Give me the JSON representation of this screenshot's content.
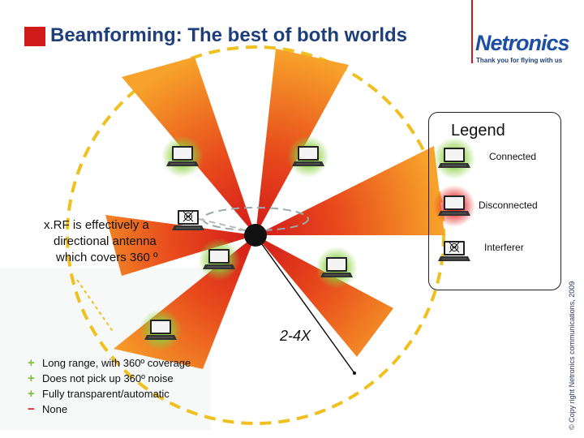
{
  "header": {
    "title": "Beamforming: The best of both worlds"
  },
  "logo": {
    "name": "Netronics",
    "tagline": "Thank you for flying with us"
  },
  "copyright": "© Copy right Netronics communications, 2009",
  "legend": {
    "title": "Legend",
    "items": [
      {
        "label": "Connected",
        "status": "connected",
        "icon": "laptop-icon"
      },
      {
        "label": "Disconnected",
        "status": "disconnected",
        "icon": "laptop-icon"
      },
      {
        "label": "Interferer",
        "status": "interferer",
        "icon": "skull-laptop-icon"
      }
    ]
  },
  "diagram": {
    "description_lines": [
      "x.RF is effectively a",
      "directional antenna",
      "which covers 360 º"
    ],
    "range_label": "2-4X",
    "nodes": [
      {
        "status": "connected"
      },
      {
        "status": "connected"
      },
      {
        "status": "interferer"
      },
      {
        "status": "connected"
      },
      {
        "status": "connected"
      },
      {
        "status": "connected"
      }
    ]
  },
  "features": [
    {
      "sign": "+",
      "text": "Long range, with 360º coverage"
    },
    {
      "sign": "+",
      "text": "Does not pick up 360º noise"
    },
    {
      "sign": "+",
      "text": "Fully transparent/automatic"
    },
    {
      "sign": "−",
      "text": "None"
    }
  ],
  "colors": {
    "title": "#1f3f7a",
    "title_square": "#d11a1a",
    "beam_inner": "#d11a1a",
    "beam_outer": "#f7a22a",
    "range_circle": "#f0c020",
    "connected_glow": "#7cc23a",
    "disconnected_glow": "#e03030",
    "plus": "#7cbf3a",
    "minus": "#d11a1a"
  }
}
